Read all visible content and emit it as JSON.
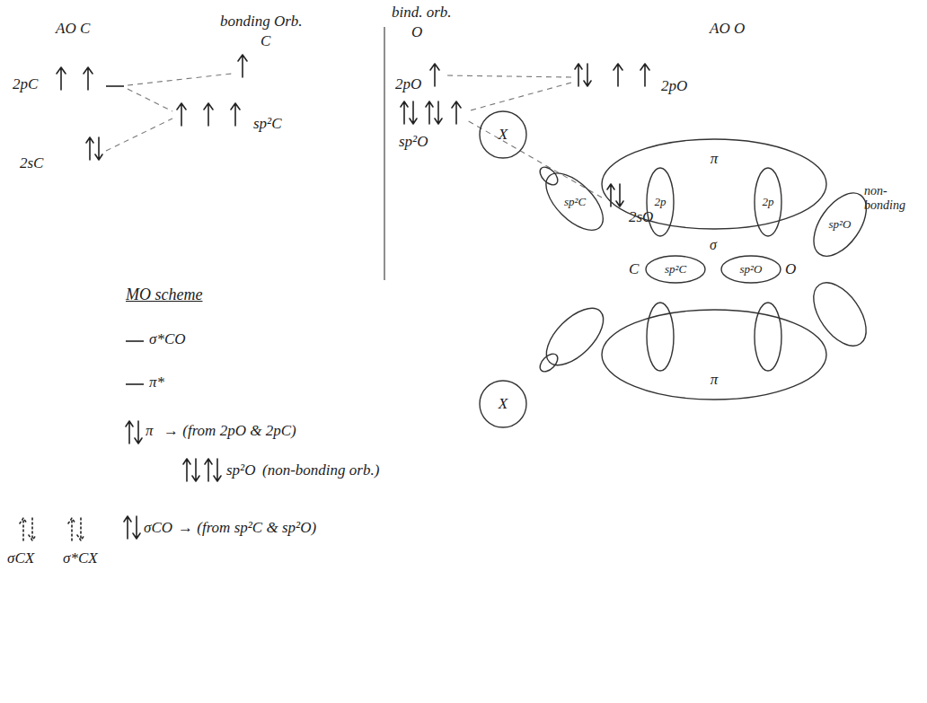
{
  "diagram": {
    "nodes": [
      {
        "text": [
          "π"
        ]
      },
      {
        "text": [
          "X"
        ]
      },
      {
        "text": [
          "sp²C"
        ]
      },
      {
        "text": [
          "2p"
        ]
      },
      {
        "text": [
          "2p"
        ]
      },
      {
        "text": [
          "sp²O"
        ]
      },
      {
        "text": [
          "sp²C"
        ]
      },
      {
        "text": [
          "sp²O"
        ]
      },
      {
        "text": [
          "π"
        ]
      },
      {
        "text": [
          "X"
        ]
      }
    ],
    "labels": [
      "AO C",
      "bonding Orb.",
      "C",
      "bind. orb.",
      "O",
      "AO O",
      "2pC",
      "2sC",
      "sp²C",
      "2pO",
      "sp²O",
      "2pO",
      "2sO",
      "σ",
      "C",
      "O",
      "non-bonding",
      "MO scheme",
      "σ*CO",
      "π*",
      "π",
      "→ (from 2pO & 2pC)",
      "sp²O",
      "(non-bonding orb.)",
      "σCO",
      "→ (from sp²C & sp²O)",
      "σCX",
      "σ*CX"
    ]
  }
}
